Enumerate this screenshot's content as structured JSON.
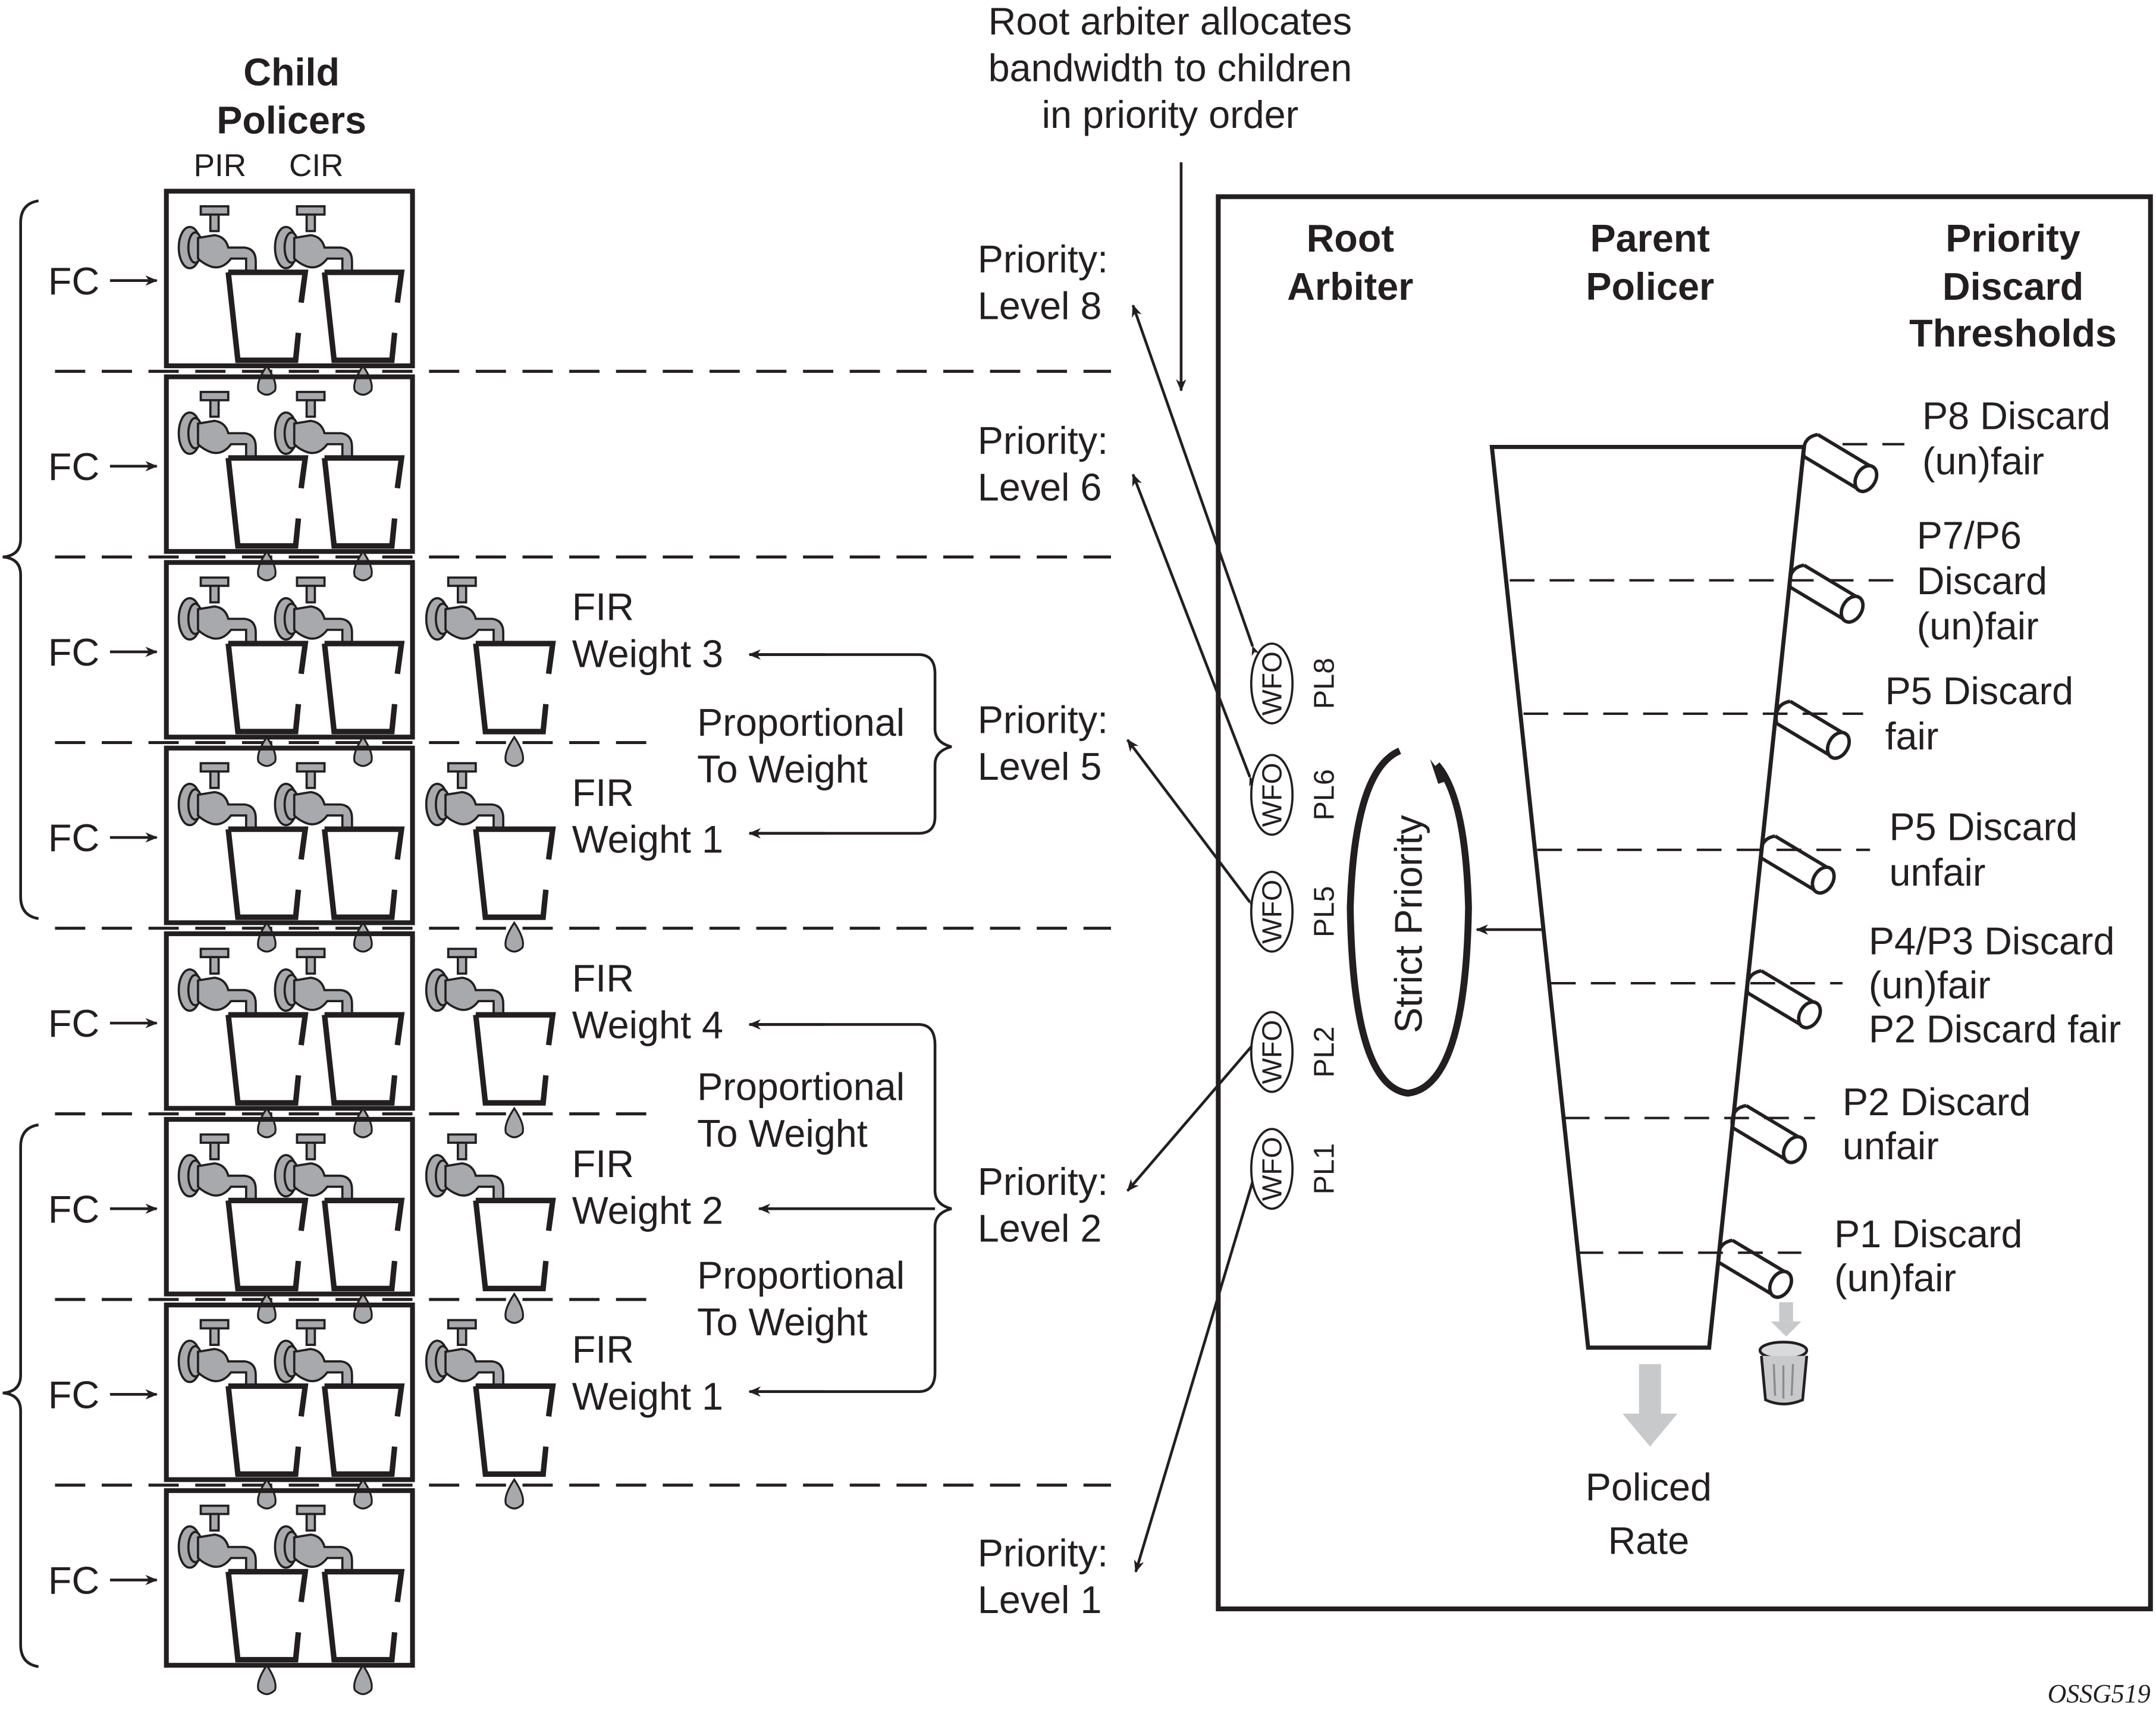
{
  "figure_id": "OSSG519",
  "annotation_top": [
    "Root arbiter allocates",
    "bandwidth to children",
    "in priority order"
  ],
  "child_policers": {
    "title": [
      "Child",
      "Policers"
    ],
    "col_labels": [
      "PIR",
      "CIR"
    ],
    "rows": [
      {
        "input": "FC",
        "has_fir": false
      },
      {
        "input": "FC",
        "has_fir": false
      },
      {
        "input": "FC",
        "has_fir": true,
        "fir_label": "FIR",
        "weight_label": "Weight 3"
      },
      {
        "input": "FC",
        "has_fir": true,
        "fir_label": "FIR",
        "weight_label": "Weight 1"
      },
      {
        "input": "FC",
        "has_fir": true,
        "fir_label": "FIR",
        "weight_label": "Weight 4"
      },
      {
        "input": "FC",
        "has_fir": true,
        "fir_label": "FIR",
        "weight_label": "Weight 2"
      },
      {
        "input": "FC",
        "has_fir": true,
        "fir_label": "FIR",
        "weight_label": "Weight 1"
      },
      {
        "input": "FC",
        "has_fir": false
      }
    ]
  },
  "proportional_labels": [
    [
      "Proportional",
      "To Weight"
    ],
    [
      "Proportional",
      "To Weight"
    ],
    [
      "Proportional",
      "To Weight"
    ]
  ],
  "priority_levels": [
    [
      "Priority:",
      "Level 8"
    ],
    [
      "Priority:",
      "Level 6"
    ],
    [
      "Priority:",
      "Level 5"
    ],
    [
      "Priority:",
      "Level 2"
    ],
    [
      "Priority:",
      "Level 1"
    ]
  ],
  "root_arbiter": {
    "title": [
      "Root",
      "Arbiter"
    ],
    "wfo_label": "WFO",
    "levels": [
      "PL8",
      "PL6",
      "PL5",
      "PL2",
      "PL1"
    ],
    "scheduler_label": "Strict Priority"
  },
  "parent_policer": {
    "title": [
      "Parent",
      "Policer"
    ],
    "output_label": [
      "Policed",
      "Rate"
    ]
  },
  "discard_thresholds": {
    "title": [
      "Priority",
      "Discard",
      "Thresholds"
    ],
    "items": [
      [
        "P8 Discard",
        "(un)fair"
      ],
      [
        "P7/P6",
        "Discard",
        "(un)fair"
      ],
      [
        "P5 Discard",
        "fair"
      ],
      [
        "P5 Discard",
        "unfair"
      ],
      [
        "P4/P3 Discard",
        "(un)fair",
        "P2 Discard fair"
      ],
      [
        "P2 Discard",
        "unfair"
      ],
      [
        "P1 Discard",
        "(un)fair"
      ]
    ]
  },
  "colors": {
    "ink": "#231f20",
    "tap_gray": "#a7a9ac",
    "arrow_gray": "#c8c9cb"
  }
}
